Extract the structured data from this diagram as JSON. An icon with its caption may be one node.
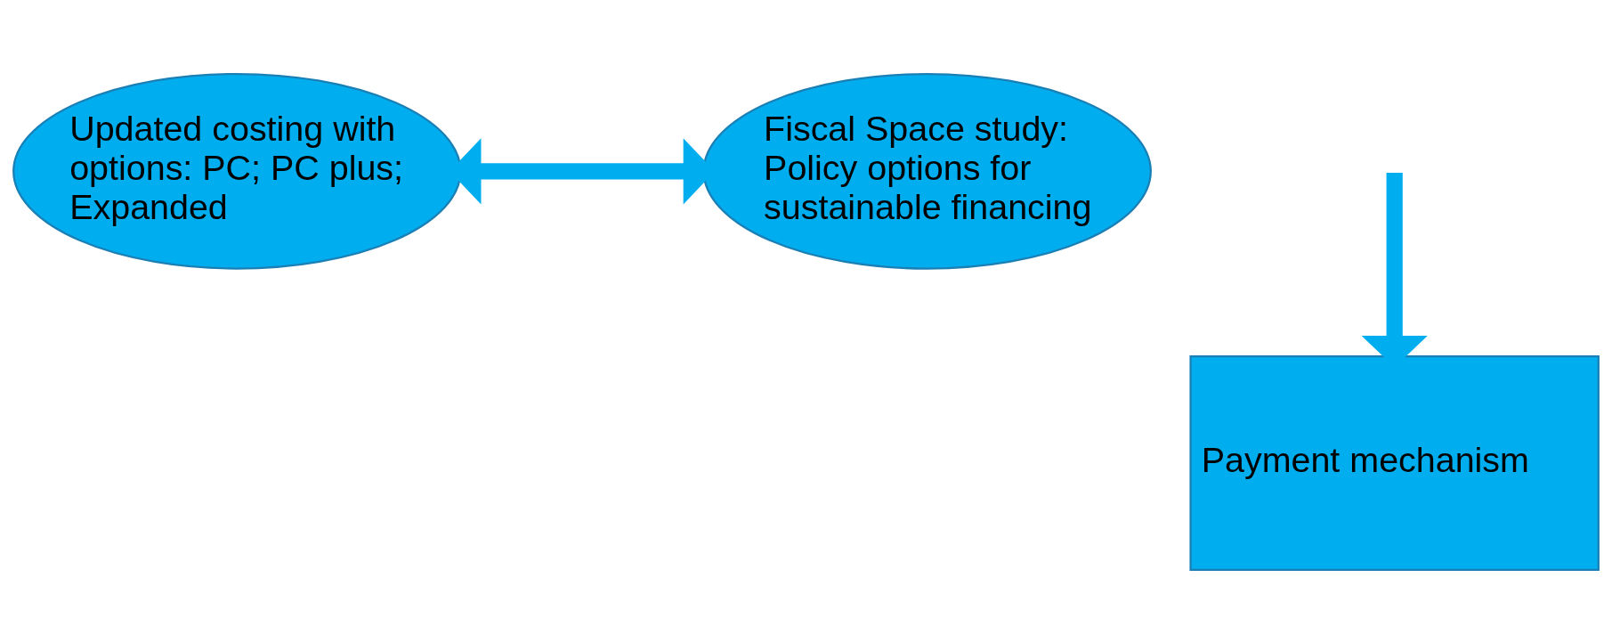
{
  "diagram": {
    "nodes": [
      {
        "text": [
          "Updated costing with options: PC; PC plus; Expanded"
        ]
      },
      {
        "text": [
          "Fiscal Space study: Policy options for sustainable financing"
        ]
      },
      {
        "text": [
          "Payment mechanism"
        ]
      }
    ],
    "edges": [
      {
        "from": 0,
        "to": 1,
        "arrow": "both"
      },
      {
        "from": null,
        "to": 2,
        "arrow": "to"
      }
    ]
  }
}
